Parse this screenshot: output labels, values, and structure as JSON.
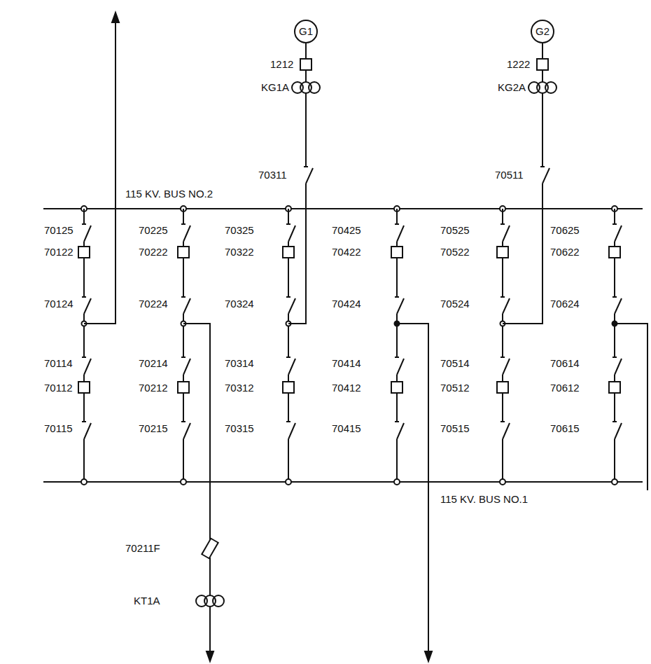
{
  "diagram": {
    "nodes": [
      {
        "text": [
          "G1"
        ]
      },
      {
        "text": [
          "G2"
        ]
      }
    ],
    "labels": [
      "1212",
      "KG1A",
      "70311",
      "1222",
      "KG2A",
      "70511",
      "115 KV. BUS NO.2",
      "70125",
      "70225",
      "70325",
      "70425",
      "70525",
      "70625",
      "70122",
      "70222",
      "70322",
      "70422",
      "70522",
      "70622",
      "70124",
      "70224",
      "70324",
      "70424",
      "70524",
      "70624",
      "70114",
      "70214",
      "70314",
      "70414",
      "70514",
      "70614",
      "70112",
      "70212",
      "70312",
      "70412",
      "70512",
      "70612",
      "70115",
      "70215",
      "70315",
      "70415",
      "70515",
      "70615",
      "115 KV. BUS NO.1",
      "70211F",
      "KT1A"
    ]
  }
}
